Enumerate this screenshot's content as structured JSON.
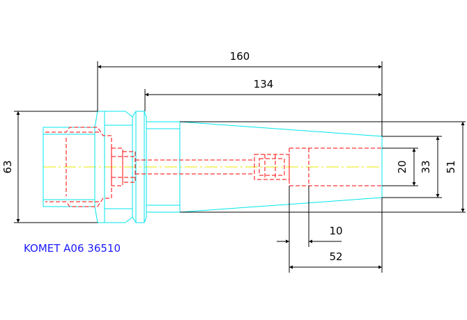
{
  "drawing": {
    "label": "KOMET A06 36510",
    "dimensions": {
      "overall_length": "160",
      "body_length": "134",
      "flange_diameter": "63",
      "bore_diameter": "20",
      "counterbore_diameter": "33",
      "tip_diameter": "51",
      "bore_offset": "10",
      "bore_depth": "52"
    },
    "colors": {
      "outline": "#00e5ee",
      "hidden": "#ff0000",
      "centerline": "#e8e800",
      "dimension": "#000000",
      "label": "#1a1aff",
      "background": "#ffffff"
    }
  }
}
